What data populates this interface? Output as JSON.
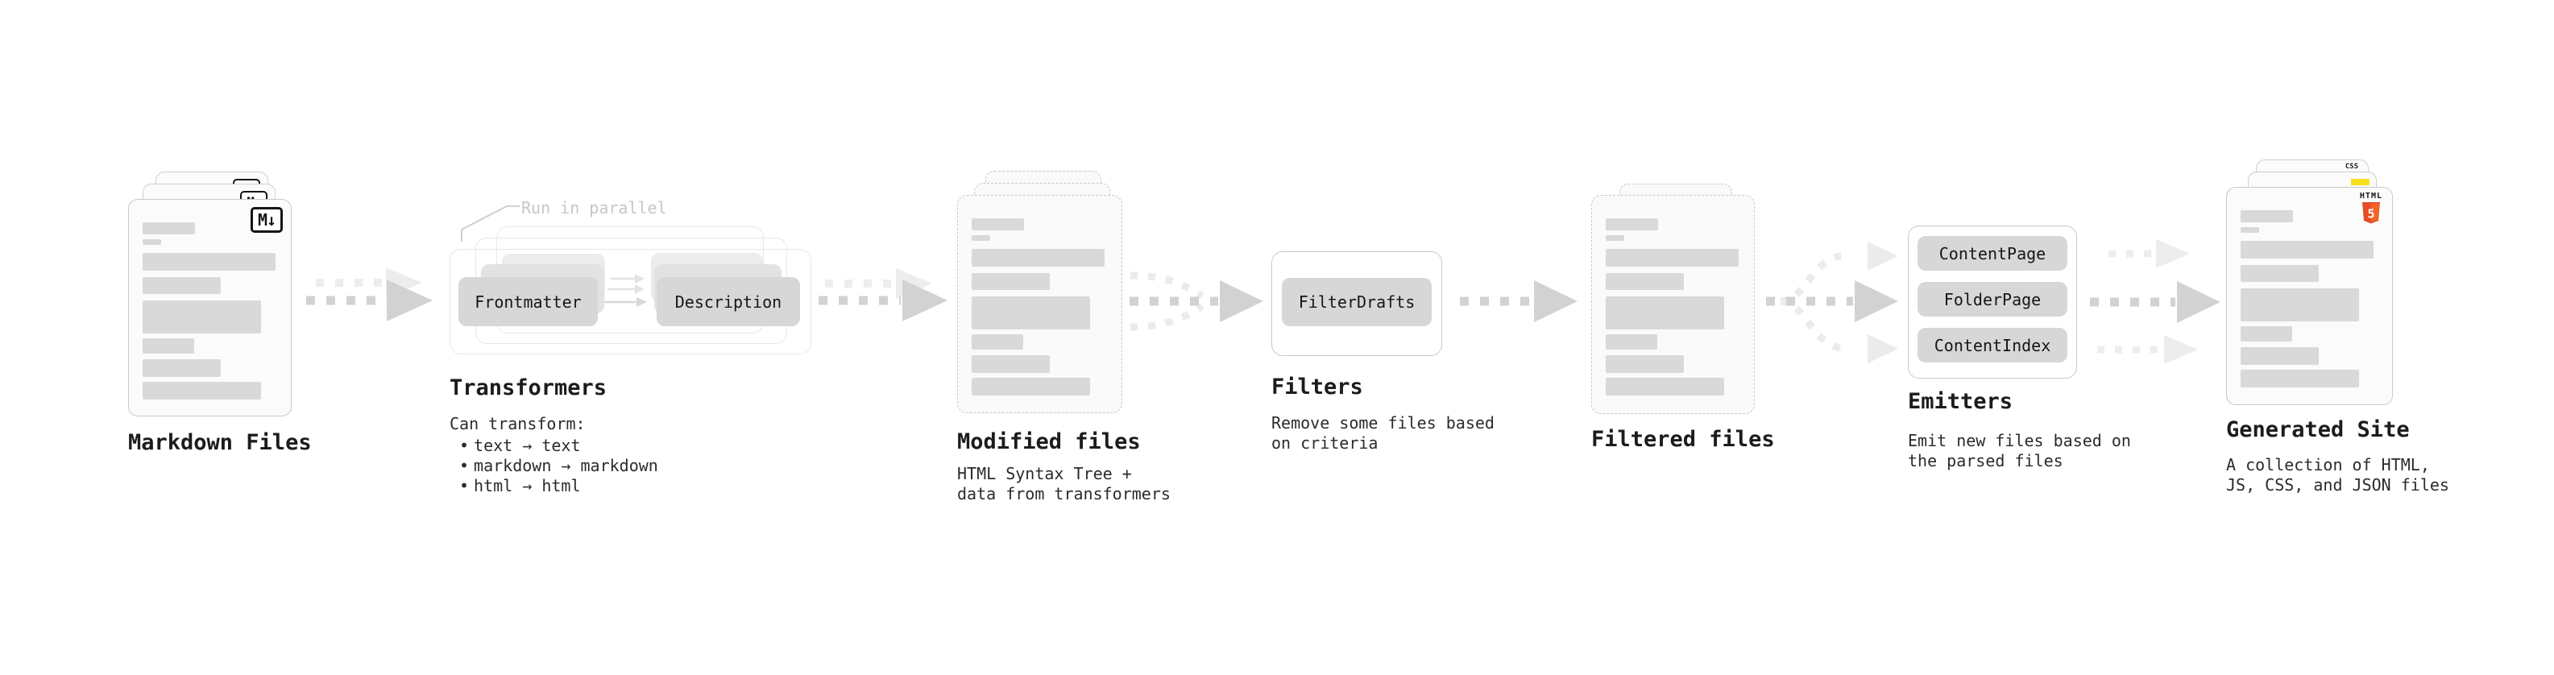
{
  "stages": {
    "markdown": {
      "label": "Markdown Files",
      "badge": "M↓"
    },
    "transformers": {
      "label": "Transformers",
      "callout": "Run in parallel",
      "pill_left": "Frontmatter",
      "pill_right": "Description",
      "desc_title": "Can transform:",
      "bullet_char": "•",
      "bullets": [
        "text → text",
        "markdown → markdown",
        "html → html"
      ]
    },
    "modified": {
      "label": "Modified files",
      "desc_lines": [
        "HTML Syntax Tree +",
        "data from transformers"
      ]
    },
    "filters": {
      "label": "Filters",
      "pill": "FilterDrafts",
      "desc_lines": [
        "Remove some files based",
        "on criteria"
      ]
    },
    "filtered": {
      "label": "Filtered files"
    },
    "emitters": {
      "label": "Emitters",
      "pills": [
        "ContentPage",
        "FolderPage",
        "ContentIndex"
      ],
      "desc_lines": [
        "Emit new files based on",
        "the parsed files"
      ]
    },
    "generated": {
      "label": "Generated Site",
      "desc_lines": [
        "A collection of HTML,",
        "JS, CSS, and JSON files"
      ],
      "badges": {
        "css_label": "CSS",
        "html_label": "HTML",
        "html5_number": "5"
      }
    }
  },
  "colors": {
    "html5_orange": "#e44d26",
    "html5_orange_light": "#f16529",
    "js_yellow": "#f7df1e",
    "css_blue": "#2962ff"
  }
}
